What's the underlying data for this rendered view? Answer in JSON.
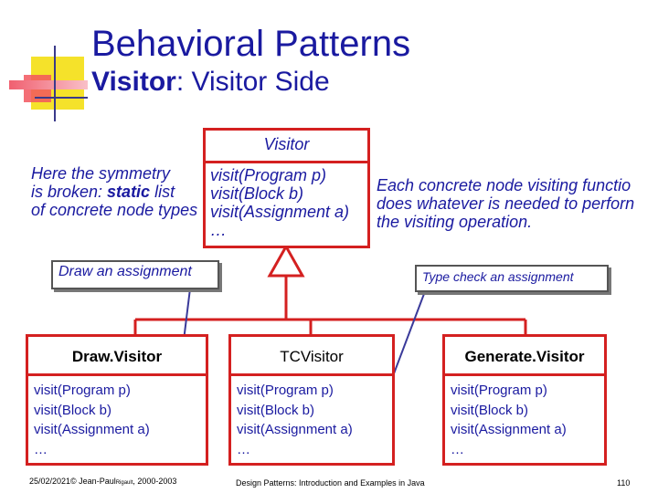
{
  "title": "Behavioral Patterns",
  "subtitle_bold": "Visitor",
  "subtitle_rest": ": Visitor Side",
  "visitor": {
    "name": "Visitor",
    "methods": [
      "visit(Program p)",
      "visit(Block b)",
      "visit(Assignment a)",
      "…"
    ]
  },
  "left_note": {
    "line1": "Here the symmetry",
    "line2_a": "is broken: ",
    "line2_b": "static",
    "line2_c": " list",
    "line3": "of concrete node types"
  },
  "right_note": {
    "line1": "Each concrete node visiting functio",
    "line2": "does whatever is needed to perforn",
    "line3": "the visiting operation."
  },
  "callout_draw": "Draw an assignment",
  "callout_type": "Type check an assignment",
  "classes": [
    {
      "name": "Draw.Visitor",
      "methods": [
        "visit(Program p)",
        "visit(Block b)",
        "visit(Assignment a)",
        "…"
      ]
    },
    {
      "name": "TCVisitor",
      "methods": [
        "visit(Program p)",
        "visit(Block b)",
        "visit(Assignment a)",
        "…"
      ]
    },
    {
      "name": "Generate.Visitor",
      "methods": [
        "visit(Program p)",
        "visit(Block b)",
        "visit(Assignment a)",
        "…"
      ]
    }
  ],
  "footer": {
    "left": "25/02/2021© Jean-Paul",
    "left_small": "Rigault",
    "left_end": ", 2000-2003",
    "center": "Design Patterns: Introduction and Examples in Java",
    "page": "110"
  }
}
